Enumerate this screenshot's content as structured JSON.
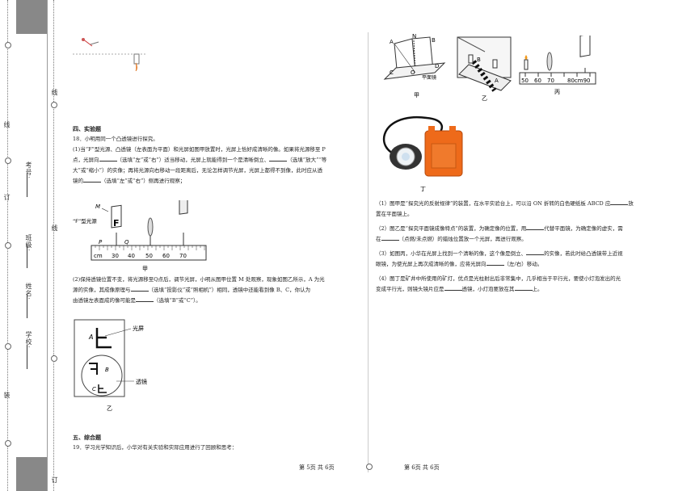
{
  "binding": {
    "line_chars": [
      "线",
      "订",
      "装"
    ],
    "school_label": "学校:",
    "name_label": "姓名:",
    "class_label": "班级:",
    "exam_no_label": "考号:",
    "outer_chars": [
      "线",
      "订",
      "装"
    ]
  },
  "left": {
    "section4_title": "四、实验题",
    "q18_intro": "18．小明用同一个凸透镜进行探究。",
    "q18_p1_l1": "(1)当“F”型光源、凸透镜（左表面为平面）和光屏如图甲放置时，光屏上恰好成清晰的像。如果将光源移至 P",
    "q18_p1_l2a": "点，光屏向",
    "q18_p1_l2b": "（选填“左”或“右”）适当移动，光屏上就能得到一个是清晰倒立、",
    "q18_p1_l2c": "（选填“放大”“等",
    "q18_p1_l3": "大”或“缩小”）的实像；再将光源向右移动一段距离后，无论怎样调节光屏，光屏上都得不到像，此时应从透",
    "q18_p1_l4a": "镜的",
    "q18_p1_l4b": "（选填“左”或“右”）侧再进行观察；",
    "fig_jia_label_M": "M",
    "fig_jia_label_F": "“F”型光源",
    "fig_jia_label_P": "P",
    "fig_jia_label_Q": "Q",
    "fig_jia_ruler_ticks": [
      "cm",
      "30",
      "40",
      "50",
      "60",
      "70"
    ],
    "fig_jia_caption": "甲",
    "q18_p2_l1": "(2)保持透镜位置不变，将光源移至Q点后，调节光屏，小明从图甲位置 M 处观察，现象如图乙所示，A 为光",
    "q18_p2_l2a": "源的实像，其成像原理与",
    "q18_p2_l2b": "（选填“投影仪”或“照相机”）相同，透镜中还能看到像 B、C，你认为",
    "q18_p2_l3a": "由透镜左表面成的像可能是",
    "q18_p2_l3b": "（选填“B”或“C”）。",
    "fig_yi_A": "A",
    "fig_yi_B": "B",
    "fig_yi_C": "C",
    "fig_yi_screen": "光屏",
    "fig_yi_lens": "透镜",
    "fig_yi_caption": "乙",
    "section5_title": "五、综合题",
    "q19_intro": "19．学习光学知识后，小华对有关实验和实际应用进行了回顾和思考："
  },
  "right": {
    "fig1_labels": {
      "A": "A",
      "N": "N",
      "B": "B",
      "C": "C",
      "O": "O",
      "D": "D",
      "mirror": "平面镜"
    },
    "fig1_caption": "甲",
    "fig2_caption": "乙",
    "fig2_labels": {
      "A": "A",
      "B": "B"
    },
    "fig3_ticks": [
      "50",
      "60",
      "70",
      "80cm90"
    ],
    "fig3_caption": "丙",
    "fig4_caption": "丁",
    "q1_l1a": "（1）图甲是“探究光的反射规律”的装置，在水平实验台上，可以沿 ON 折转的白色硬纸板 ABCD 应",
    "q1_l1b": "放",
    "q1_l2": "置在平面镜上。",
    "q2_l1a": "（2）图乙是“探究平面镜成像特点”的装置，为确定像的位置，用",
    "q2_l1b": "代替平面镜，为确定像的虚实，需",
    "q2_l2a": "在",
    "q2_l2b": "（点燃/未点燃）的蜡烛位置放一个光屏，再进行观察。",
    "q3_l1a": "（3）如图丙，小华在光屏上找到一个清晰的像，这个像是倒立、",
    "q3_l1b": "的实像，若此时给凸透镜带上近视",
    "q3_l2a": "眼镜，为使光屏上再次成清晰的像，应将光屏向",
    "q3_l2b": "（左/右）移动。",
    "q4_l1": "（4）图丁是矿井中所使用的矿灯，优点是光柱射出后非常集中，几乎相当于平行光，要使小灯泡发出的光",
    "q4_l2a": "变成平行光，则镜头镜片应是",
    "q4_l2b": "透镜，小灯泡要放在其",
    "q4_l2c": "上。"
  },
  "footer": {
    "left_page": "第 5页  共 6页",
    "right_page": "第 6页  共 6页"
  }
}
